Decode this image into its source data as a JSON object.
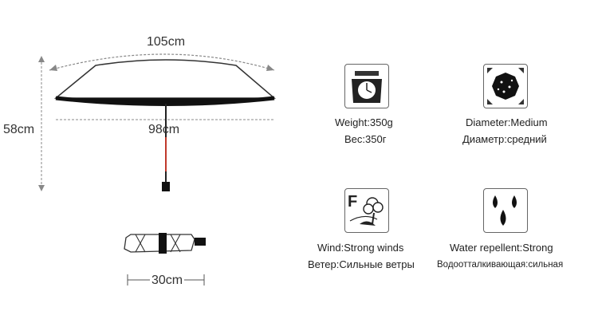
{
  "dimensions": {
    "top_width": "105cm",
    "height": "58cm",
    "diameter": "98cm",
    "folded_length": "30cm"
  },
  "features": {
    "weight": {
      "icon": "scale-icon",
      "label_en": "Weight",
      "value_en": "350g",
      "label_ru": "Вес",
      "value_ru": "350г"
    },
    "diameter": {
      "icon": "umbrella-diameter-icon",
      "label_en": "Diameter",
      "value_en": "Medium",
      "label_ru": "Диаметр",
      "value_ru": "средний"
    },
    "wind": {
      "icon": "wind-tree-icon",
      "label_en": "Wind",
      "value_en": "Strong winds",
      "label_ru": "Ветер",
      "value_ru": "Сильные ветры",
      "icon_letter": "F"
    },
    "water": {
      "icon": "water-drops-icon",
      "label_en": "Water repellent",
      "value_en": "Strong",
      "label_ru": "Водоотталкивающая",
      "value_ru": "сильная"
    }
  },
  "colors": {
    "canopy_edge": "#111111",
    "handle_accent": "#c0392b",
    "line": "#888888"
  }
}
